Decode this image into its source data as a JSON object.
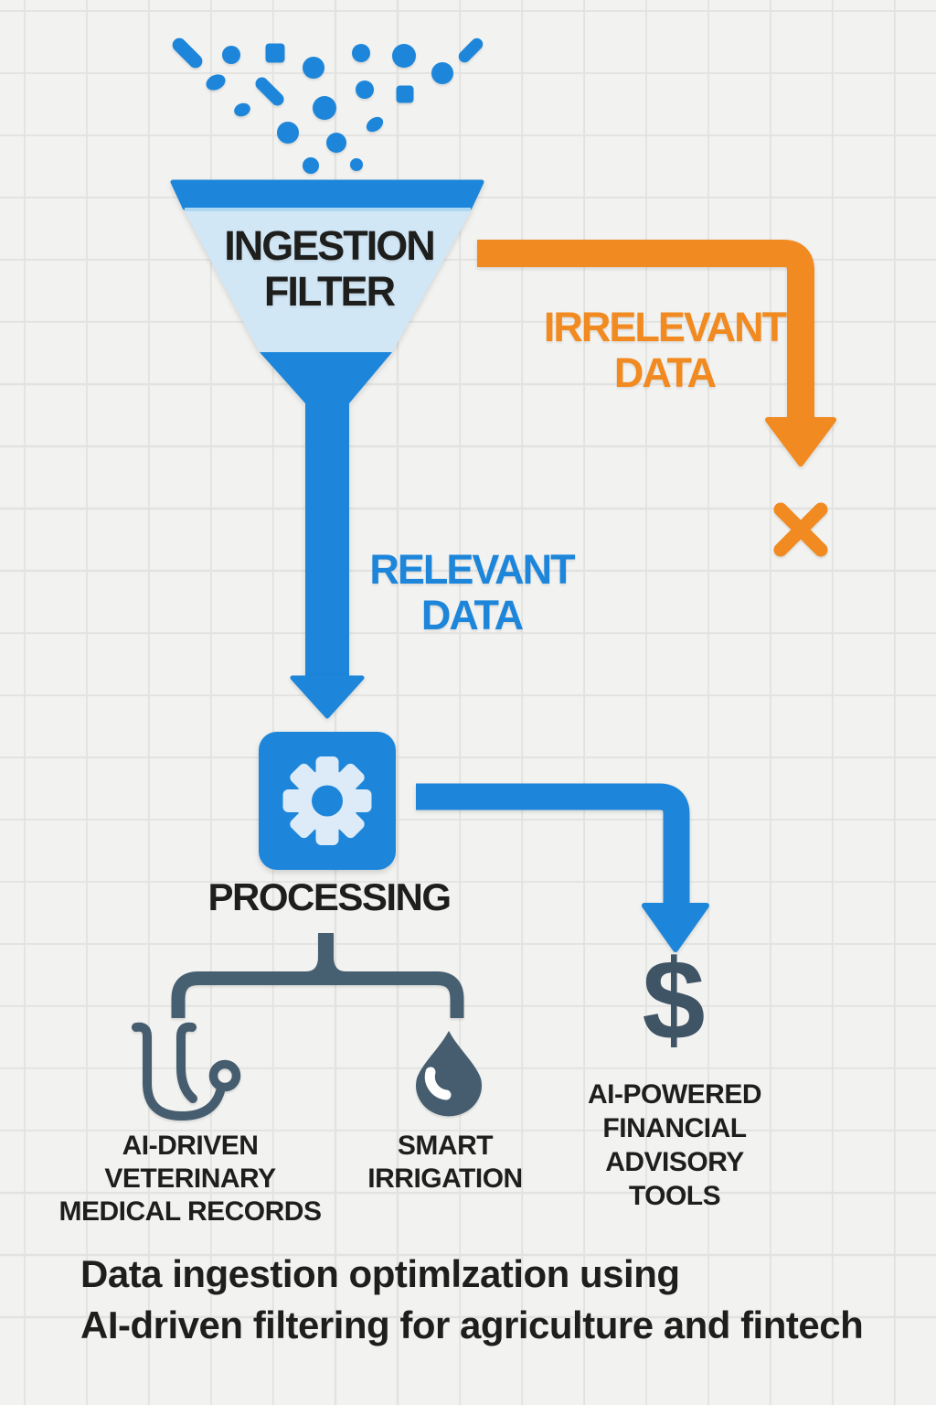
{
  "funnel": {
    "label": [
      "INGESTION",
      "FILTER"
    ]
  },
  "flows": {
    "irrelevant": {
      "label": [
        "IRRELEVANT",
        "DATA"
      ]
    },
    "relevant": {
      "label": [
        "RELEVANT",
        "DATA"
      ]
    }
  },
  "processing": {
    "label": "PROCESSING"
  },
  "outputs": [
    {
      "icon": "stethoscope-icon",
      "label": [
        "AI-DRIVEN",
        "VETERINARY",
        "MEDICAL RECORDS"
      ]
    },
    {
      "icon": "water-drop-icon",
      "label": [
        "SMART",
        "IRRIGATION"
      ]
    },
    {
      "icon": "dollar-sign-icon",
      "glyph": "$",
      "label": [
        "AI-POWERED",
        "FINANCIAL",
        "ADVISORY",
        "TOOLS"
      ]
    }
  ],
  "caption": [
    "Data ingestion optimlzation using",
    "AI-driven filtering for agriculture and fintech"
  ],
  "colors": {
    "blue": "#1d86da",
    "light_blue": "#d2e7f6",
    "orange": "#f18a20",
    "slate": "#465f71",
    "slate_dark": "#3f5465",
    "ink": "#1e1e1c",
    "background": "#f2f2f0",
    "grid_line": "#e2e2e0"
  }
}
